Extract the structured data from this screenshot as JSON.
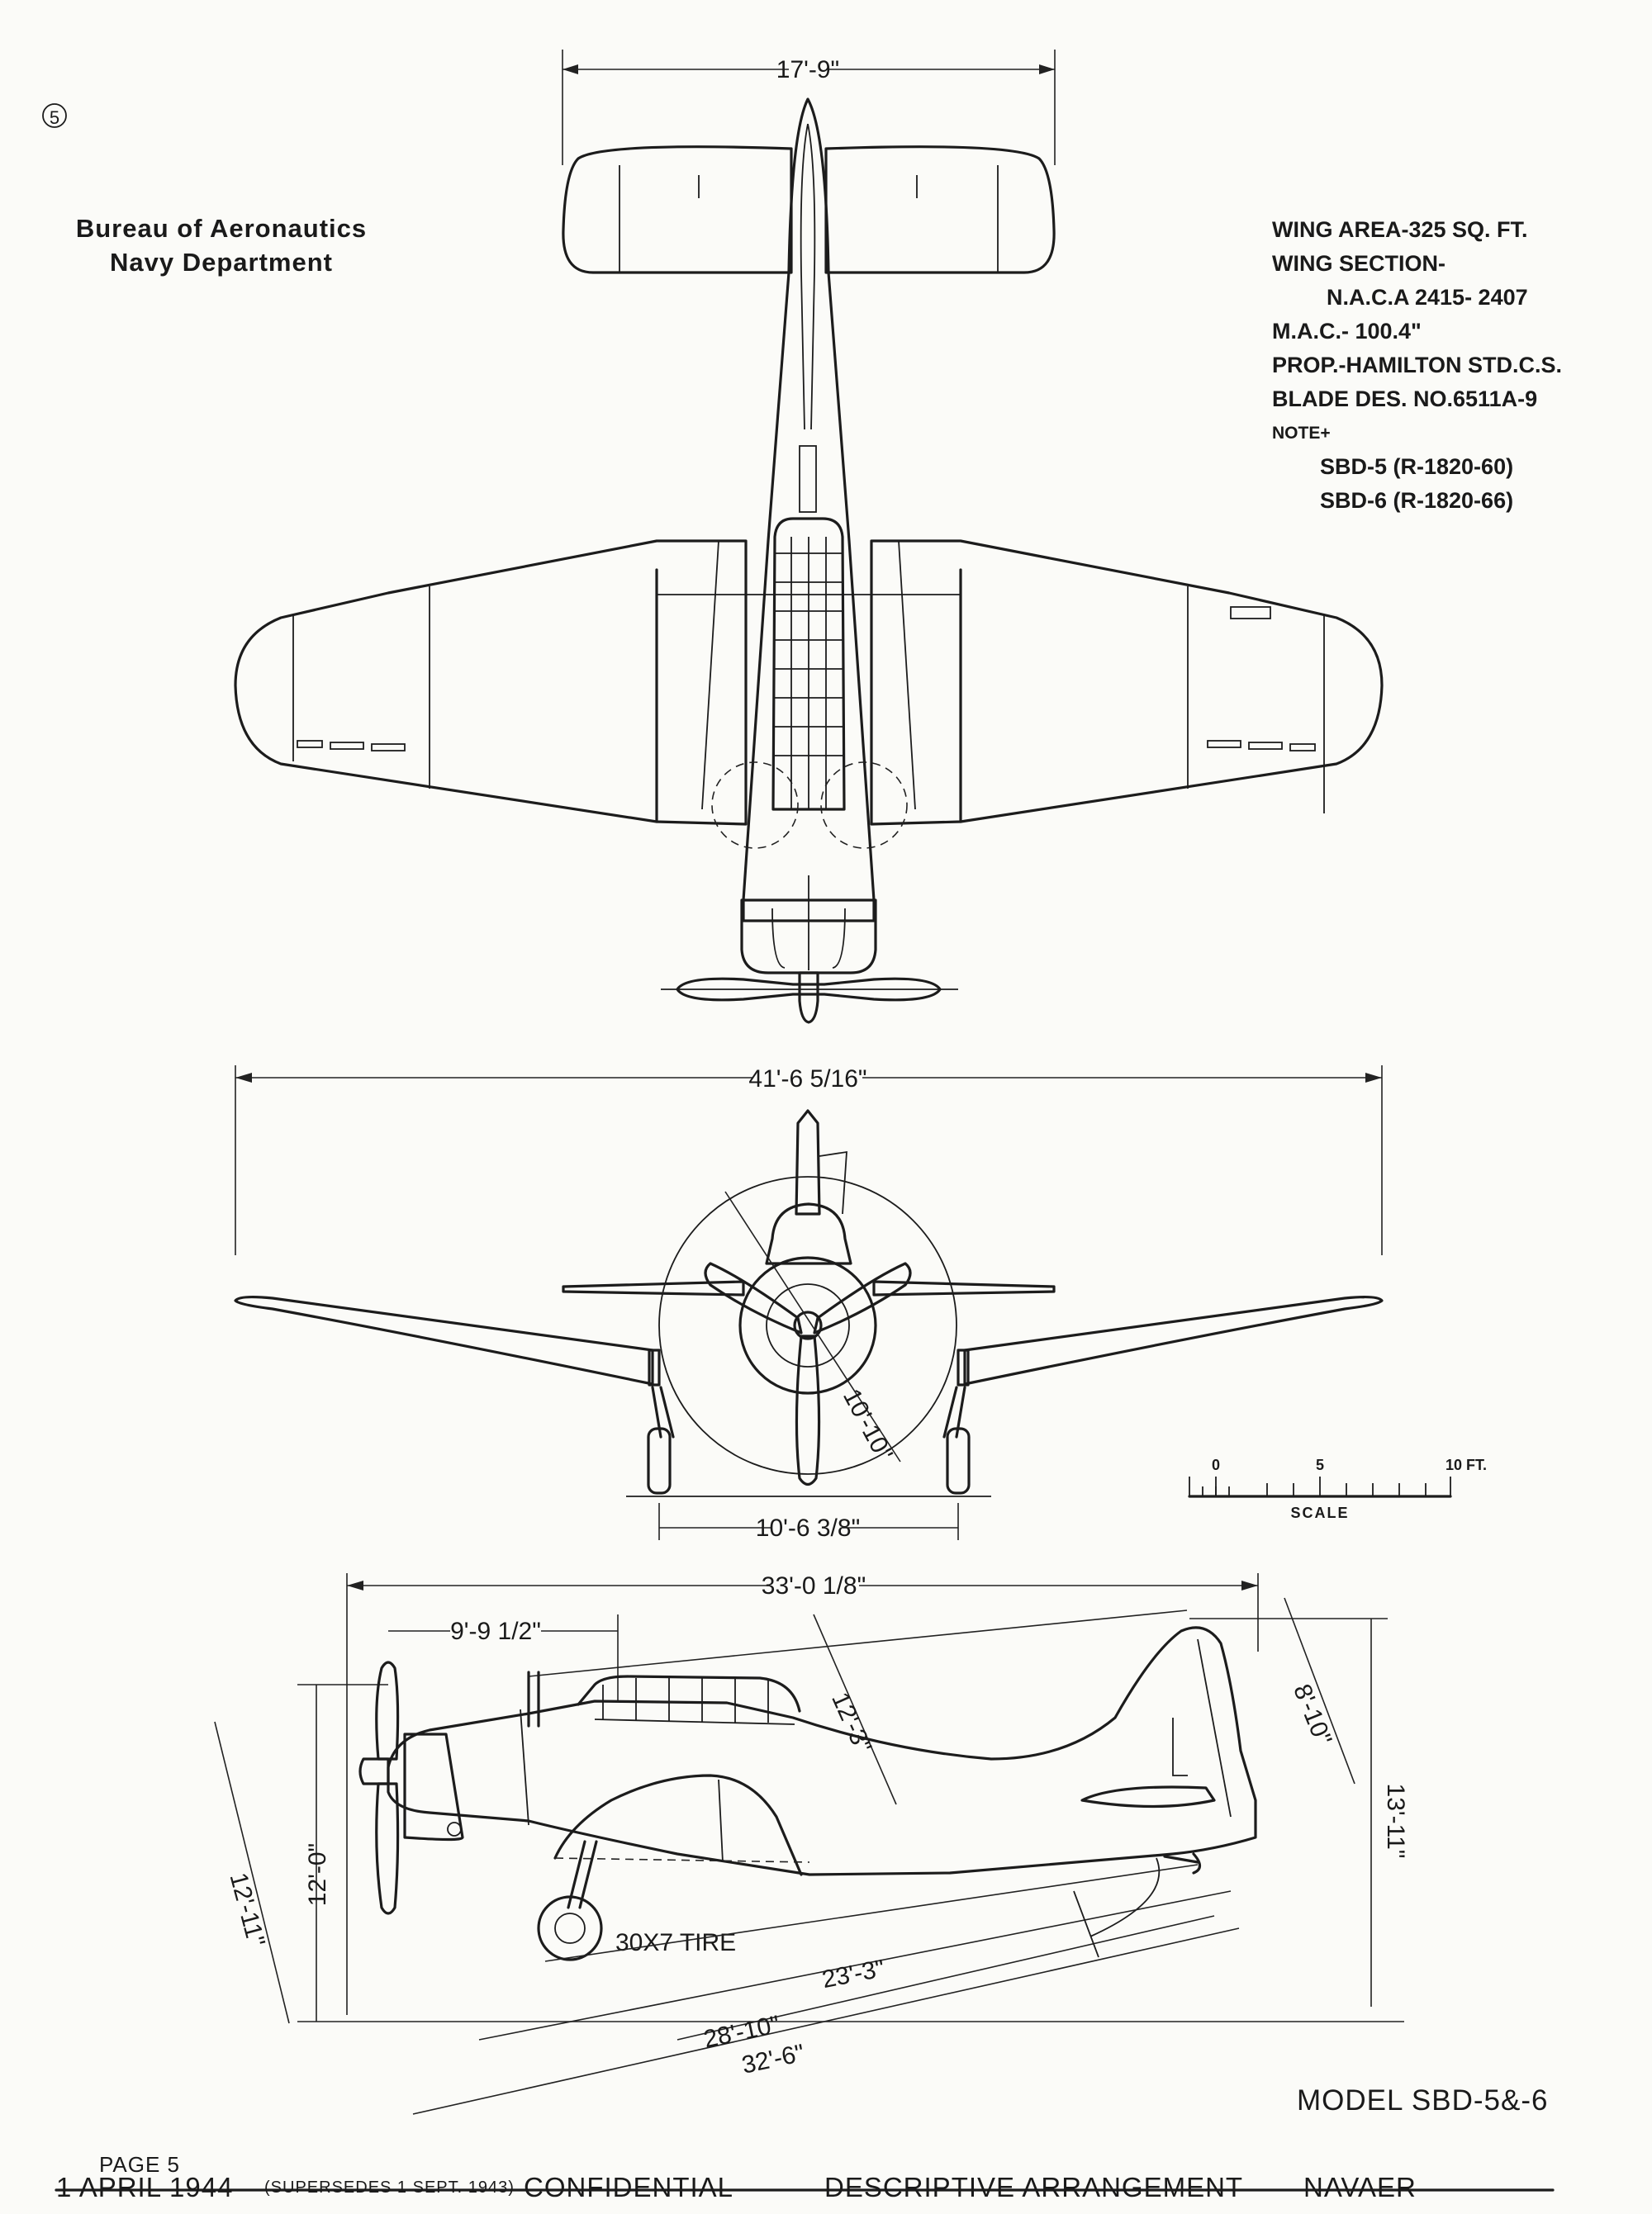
{
  "sheet": {
    "sheet_number": "5",
    "header": [
      "Bureau of Aeronautics",
      "Navy Department"
    ],
    "specs": {
      "wing_area": "WING AREA-325 SQ. FT.",
      "wing_section": "WING SECTION-",
      "naca": "N.A.C.A 2415- 2407",
      "mac": "M.A.C.- 100.4\"",
      "prop": "PROP.-HAMILTON STD.C.S.",
      "blade": "BLADE DES. NO.6511A-9",
      "note": "NOTE+",
      "note_lines": [
        "SBD-5 (R-1820-60)",
        "SBD-6 (R-1820-66)"
      ]
    },
    "model": "MODEL SBD-5&-6",
    "page": "PAGE 5",
    "footer": {
      "date": "1 APRIL 1944",
      "supersedes": "(SUPERSEDES 1 SEPT. 1943)",
      "classification": "CONFIDENTIAL",
      "doc_type": "DESCRIPTIVE ARRANGEMENT",
      "org": "NAVAER"
    }
  },
  "dimensions": {
    "tail_span": "17'-9\"",
    "wing_span": "41'-6 5/16\"",
    "prop_diameter": "10'-10\"",
    "tread": "10'-6 3/8\"",
    "overall_length": "33'-0 1/8\"",
    "nose_to_wing_le": "9'-9 1/2\"",
    "angled_height": "12'-3\"",
    "tail_height": "8'-10\"",
    "height_overall": "13'-11\"",
    "height_prop": "12'-0\"",
    "prop_height_angled": "12'-11\"",
    "tire": "30X7 TIRE",
    "tail_to_main": "23'-3\"",
    "len_a": "28'-10\"",
    "len_b": "32'-6\""
  },
  "scale": {
    "ticks": [
      "0",
      "5",
      "10 FT."
    ],
    "label": "SCALE"
  }
}
